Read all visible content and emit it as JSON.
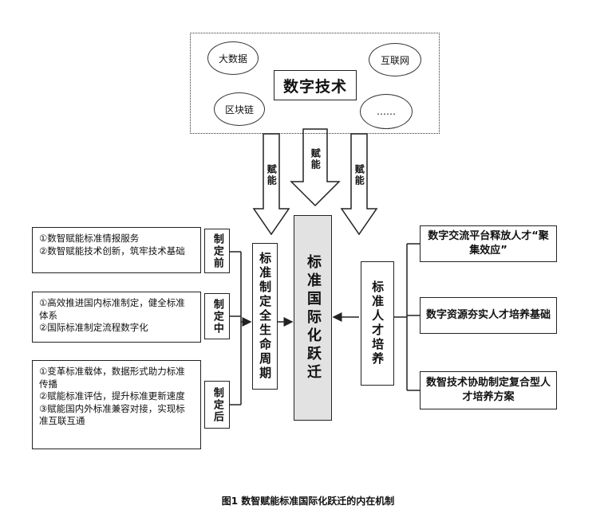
{
  "top": {
    "center_label": "数字技术",
    "ovals": {
      "big_data": "大数据",
      "internet": "互联网",
      "blockchain": "区块链",
      "more": "……"
    }
  },
  "arrows": {
    "left_label": "赋能",
    "middle_label": "赋能",
    "right_label": "赋能"
  },
  "left_items": [
    {
      "lines": [
        "①数智赋能标准情报服务",
        "②数智赋能技术创新，筑牢技术基础"
      ],
      "stage": "制定前"
    },
    {
      "lines": [
        "①高效推进国内标准制定，健全标准体系",
        "②国际标准制定流程数字化"
      ],
      "stage": "制定中"
    },
    {
      "lines": [
        "①变革标准载体，数据形式助力标准传播",
        "②赋能标准评估，提升标准更新速度",
        "③赋能国内外标准兼容对接，实现标准互联互通"
      ],
      "stage": "制定后"
    }
  ],
  "lifecycle_label": "标准制定全生命周期",
  "center_label": "标准国际化跃迁",
  "talent_label": "标准人才培养",
  "right_items": [
    "数字交流平台释放人才“聚集效应”",
    "数字资源夯实人才培养基础",
    "数智技术协助制定复合型人才培养方案"
  ],
  "caption": "图1 数智赋能标准国际化跃迁的内在机制"
}
